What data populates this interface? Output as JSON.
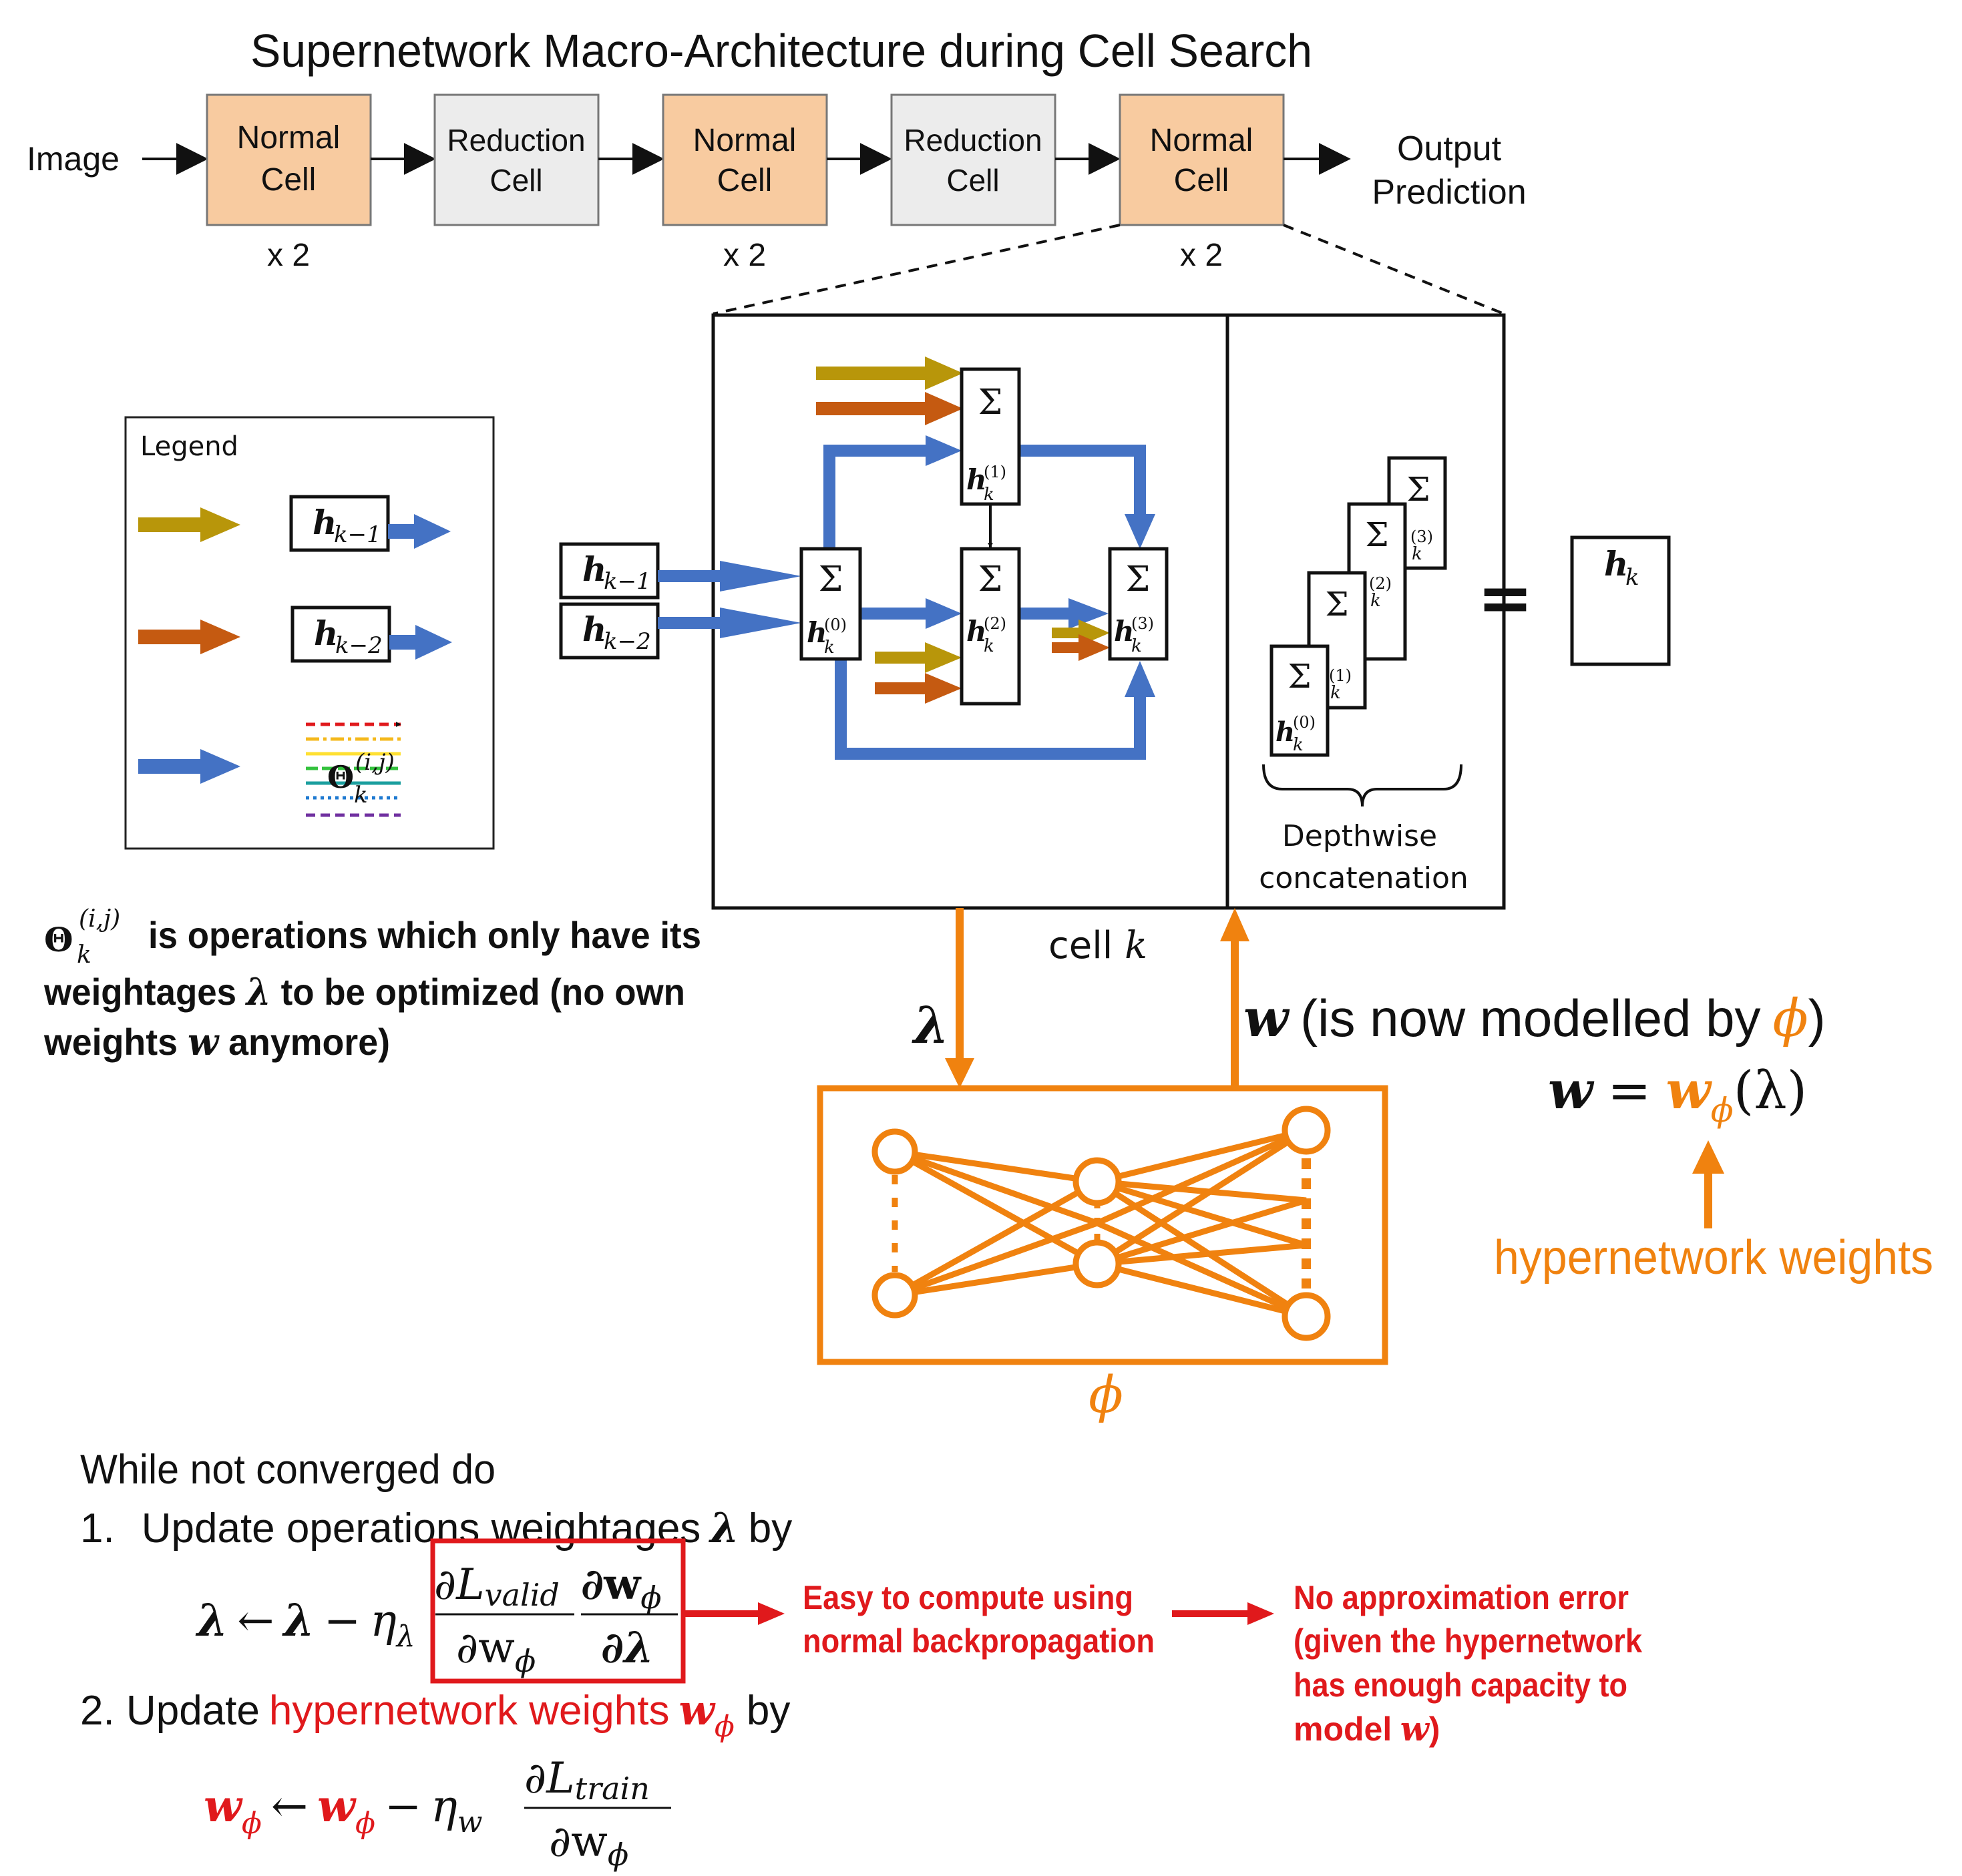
{
  "title": "Supernetwork Macro-Architecture during Cell Search",
  "macro": {
    "input_label": "Image",
    "cells": [
      {
        "line1": "Normal",
        "line2": "Cell",
        "kind": "normal",
        "repeat": "x 2"
      },
      {
        "line1": "Reduction",
        "line2": "Cell",
        "kind": "reduction",
        "repeat": ""
      },
      {
        "line1": "Normal",
        "line2": "Cell",
        "kind": "normal",
        "repeat": "x 2"
      },
      {
        "line1": "Reduction",
        "line2": "Cell",
        "kind": "reduction",
        "repeat": ""
      },
      {
        "line1": "Normal",
        "line2": "Cell",
        "kind": "normal",
        "repeat": "x 2"
      }
    ],
    "output_line1": "Output",
    "output_line2": "Prediction"
  },
  "legend": {
    "title": "Legend",
    "h_km1": {
      "sym": "h",
      "sub": "k−1"
    },
    "h_km2": {
      "sym": "h",
      "sub": "k−2"
    },
    "theta": {
      "sym": "Θ",
      "sub": "k",
      "sup": "(i,j)"
    }
  },
  "cell": {
    "inputs": [
      {
        "sym": "h",
        "sub": "k−1"
      },
      {
        "sym": "h",
        "sub": "k−2"
      }
    ],
    "sum_symbol": "Σ",
    "nodes": [
      {
        "sym": "h",
        "sub": "k",
        "sup": "(0)"
      },
      {
        "sym": "h",
        "sub": "k",
        "sup": "(1)"
      },
      {
        "sym": "h",
        "sub": "k",
        "sup": "(2)"
      },
      {
        "sym": "h",
        "sub": "k",
        "sup": "(3)"
      }
    ],
    "concat_label_line1": "Depthwise",
    "concat_label_line2": "concatenation",
    "equals": "=",
    "output": {
      "sym": "h",
      "sub": "k"
    },
    "caption_text": "cell",
    "caption_var": "k"
  },
  "note": {
    "theta": {
      "sym": "Θ",
      "sub": "k",
      "sup": "(i,j)"
    },
    "line1": "is operations which only have its",
    "line2_a": "weightages",
    "line2_lambda": "λ",
    "line2_b": "to be optimized (no own",
    "line3_a": "weights",
    "line3_w": "w",
    "line3_b": "anymore)"
  },
  "hyper": {
    "lambda_label": "λ",
    "w_label": "w",
    "w_caption_open": "(is now modelled by",
    "phi": "ϕ",
    "w_caption_close": ")",
    "equation": {
      "lhs": "w",
      "eq": "=",
      "w": "w",
      "sub": "ϕ",
      "arg": "(λ)"
    },
    "weights_label": "hypernetwork weights",
    "box_label": "ϕ"
  },
  "algorithm": {
    "header": "While not converged do",
    "step1_num": "1.",
    "step1_text": "Update operations weightages",
    "step1_lambda": "λ",
    "step1_by": "by",
    "update1": {
      "lhs": "λ",
      "arrow": "←",
      "lam": "λ",
      "minus": "−",
      "eta": "η",
      "eta_sub": "λ",
      "num1": "∂L",
      "num1_sub": "valid",
      "den1": "∂w",
      "den1_sub": "ϕ",
      "num2": "∂w",
      "num2_sub": "ϕ",
      "den2": "∂λ"
    },
    "step2_a": "2. Update",
    "step2_red": "hypernetwork weights",
    "step2_w": "w",
    "step2_w_sub": "ϕ",
    "step2_by": "by",
    "update2": {
      "lhs": "w",
      "lhs_sub": "ϕ",
      "arrow": "←",
      "w": "w",
      "w_sub": "ϕ",
      "minus": "−",
      "eta": "η",
      "eta_sub": "w",
      "num": "∂L",
      "num_sub": "train",
      "den": "∂w",
      "den_sub": "ϕ"
    }
  },
  "callouts": {
    "easy_line1": "Easy to compute using",
    "easy_line2": "normal backpropagation",
    "noapprox_line1": "No approximation error",
    "noapprox_line2": "(given the hypernetwork",
    "noapprox_line3": "has enough capacity to",
    "noapprox_line4": "model",
    "noapprox_w": "w",
    "noapprox_close": ")"
  },
  "colors": {
    "normal_cell": "#f8cba0",
    "reduction_cell": "#ececec",
    "gold": "#b8960a",
    "rust": "#c55a11",
    "blue": "#4472c4",
    "orange": "#f0820f",
    "red": "#e0191c"
  }
}
